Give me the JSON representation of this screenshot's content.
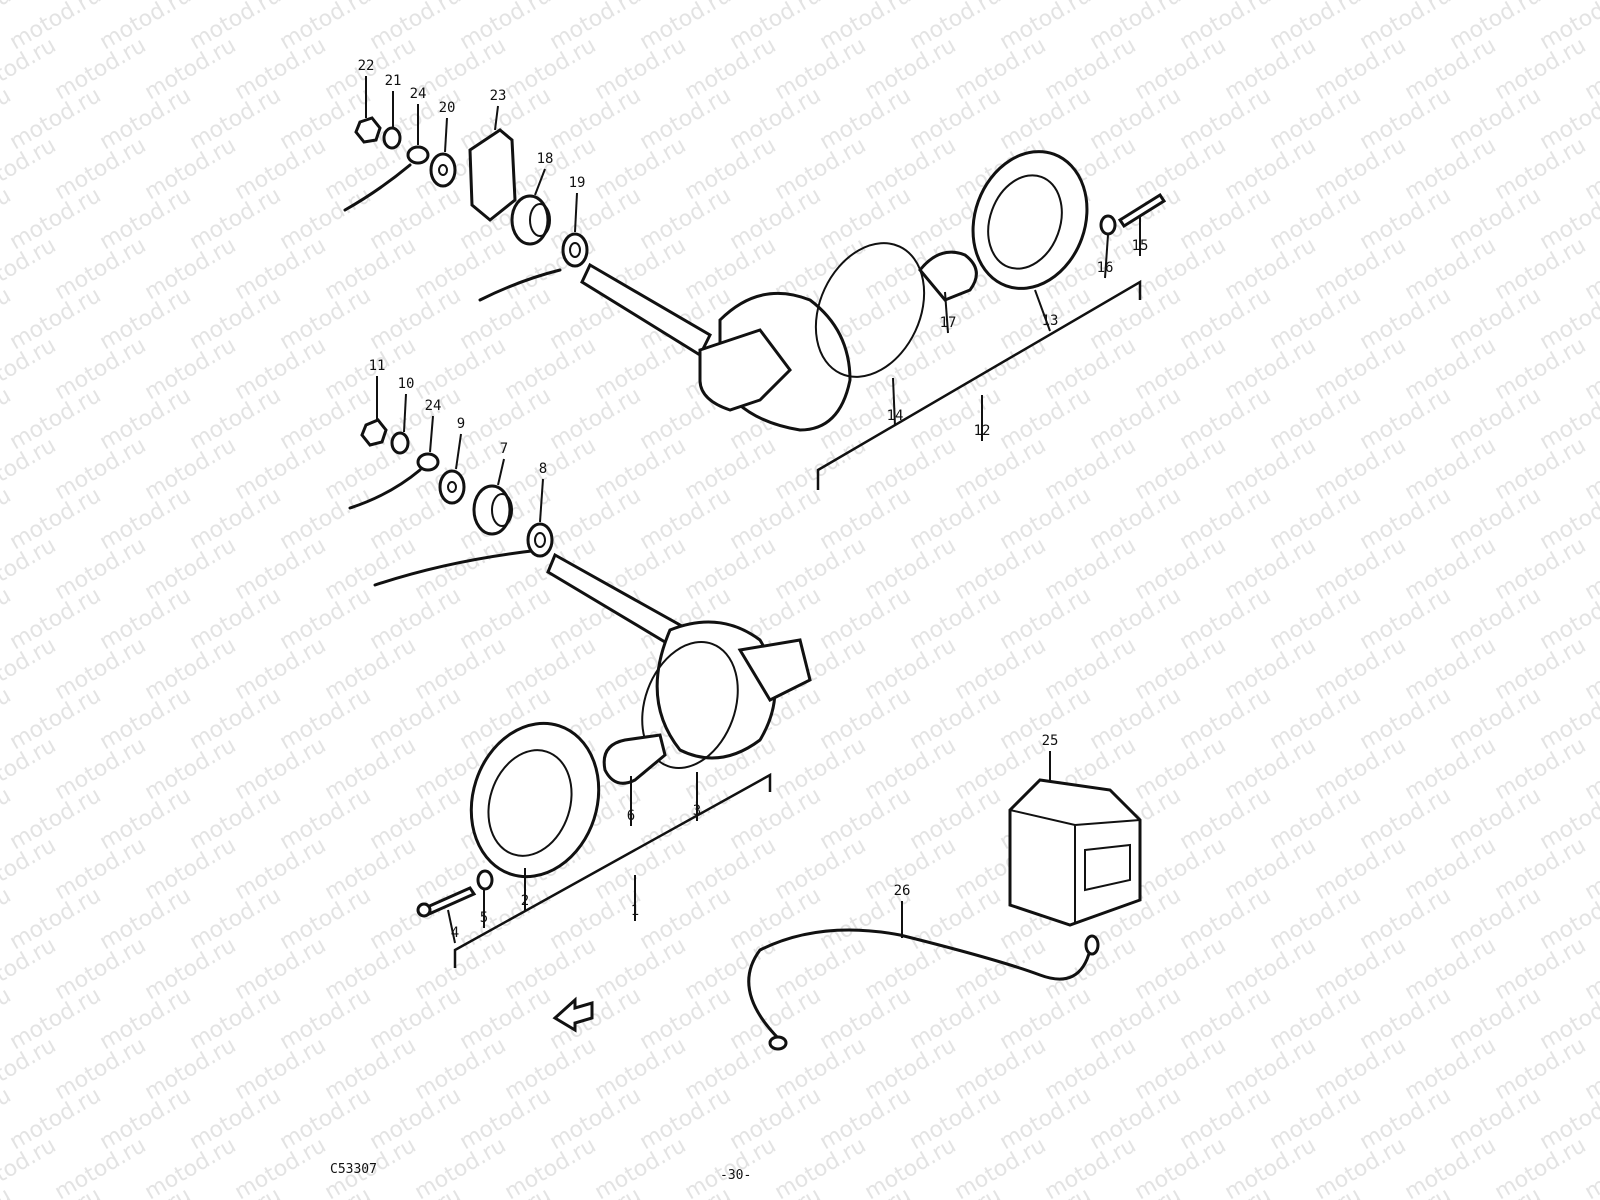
{
  "watermark": "motod.ru",
  "callouts": [
    "22",
    "21",
    "24",
    "20",
    "23",
    "18",
    "19",
    "17",
    "13",
    "16",
    "15",
    "14",
    "12",
    "11",
    "10",
    "24",
    "9",
    "7",
    "8",
    "6",
    "3",
    "2",
    "5",
    "4",
    "1",
    "25",
    "26"
  ],
  "footer": {
    "ref_code": "C53307",
    "page_number": "-30-"
  },
  "icons": [
    "arrow-left-icon"
  ]
}
